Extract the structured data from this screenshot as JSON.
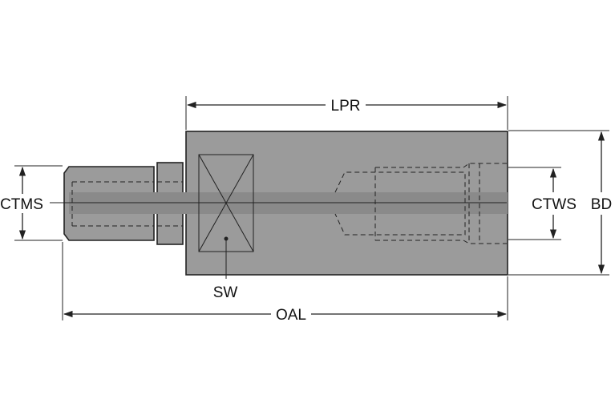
{
  "labels": {
    "lpr": "LPR",
    "oal": "OAL",
    "ctms": "CTMS",
    "ctws": "CTWS",
    "bd": "BD",
    "sw": "SW"
  },
  "colors": {
    "body_fill": "#9b9b9b",
    "coolant_band": "#8a8a8a",
    "line": "#222222",
    "background": "#ffffff"
  }
}
